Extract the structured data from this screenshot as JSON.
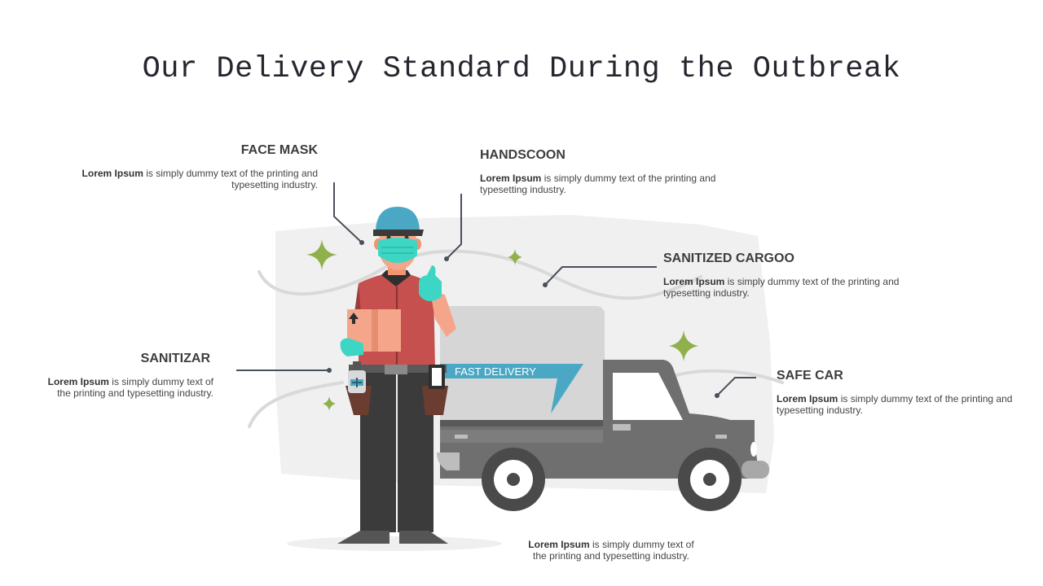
{
  "slide": {
    "title": "Our Delivery Standard During the Outbreak"
  },
  "truck": {
    "banner_text": "FAST DELIVERY"
  },
  "callouts": {
    "face_mask": {
      "title": "FACE MASK",
      "lead": "Lorem Ipsum",
      "body": " is simply dummy text of the printing and typesetting industry."
    },
    "handscoon": {
      "title": "HANDSCOON",
      "lead": "Lorem Ipsum",
      "body": " is simply dummy text of the printing and typesetting industry."
    },
    "sanitized_cargo": {
      "title": "SANITIZED CARGOO",
      "lead": "Lorem Ipsum",
      "body": " is simply dummy text of the printing and typesetting industry."
    },
    "sanitizar": {
      "title": "SANITIZAR",
      "lead": "Lorem Ipsum",
      "body": " is simply dummy text of the printing and typesetting industry."
    },
    "safe_car": {
      "title": "SAFE CAR",
      "lead": "Lorem Ipsum",
      "body": " is simply dummy text of the printing and typesetting industry."
    },
    "bottom": {
      "lead": "Lorem Ipsum",
      "body": " is simply dummy text of the printing and typesetting industry."
    }
  },
  "colors": {
    "accent_green": "#8fb04a",
    "banner_blue": "#4aa8c4",
    "mask_teal": "#3dd6c4",
    "shirt_red": "#c6504e",
    "box_peach": "#f5a68a",
    "truck_gray": "#6f6f6f"
  }
}
